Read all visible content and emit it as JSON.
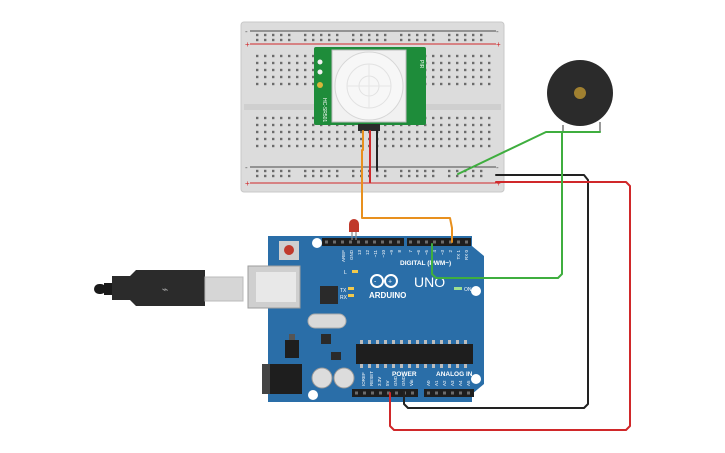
{
  "pir_sensor": {
    "side_label_left": "HC-SR501",
    "side_label_right": "PIR"
  },
  "buzzer": {},
  "arduino": {
    "brand": "ARDUINO",
    "model": "UNO",
    "digital_label": "DIGITAL (PWM~)",
    "power_label": "POWER",
    "analog_label": "ANALOG IN",
    "tx_label": "TX",
    "rx_label": "RX",
    "l_label": "L",
    "on_label": "ON",
    "digital_header_left": [
      "AREF",
      "GND",
      "13",
      "12",
      "~11",
      "~10",
      "~9",
      "8"
    ],
    "digital_header_right": [
      "7",
      "~6",
      "~5",
      "4",
      "~3",
      "2",
      "TX 1",
      "RX 0"
    ],
    "power_pins": [
      "IOREF",
      "RESET",
      "3.3V",
      "5V",
      "GND",
      "GND",
      "Vin"
    ],
    "analog_pins": [
      "A0",
      "A1",
      "A2",
      "A3",
      "A4",
      "A5"
    ]
  },
  "colors": {
    "board_blue": "#2a6ea8",
    "pir_green": "#1e8c3a",
    "wire_orange": "#e8901e",
    "wire_red": "#d0282a",
    "wire_black": "#222222",
    "wire_green": "#3fae3f",
    "led_red": "#c0392b"
  }
}
